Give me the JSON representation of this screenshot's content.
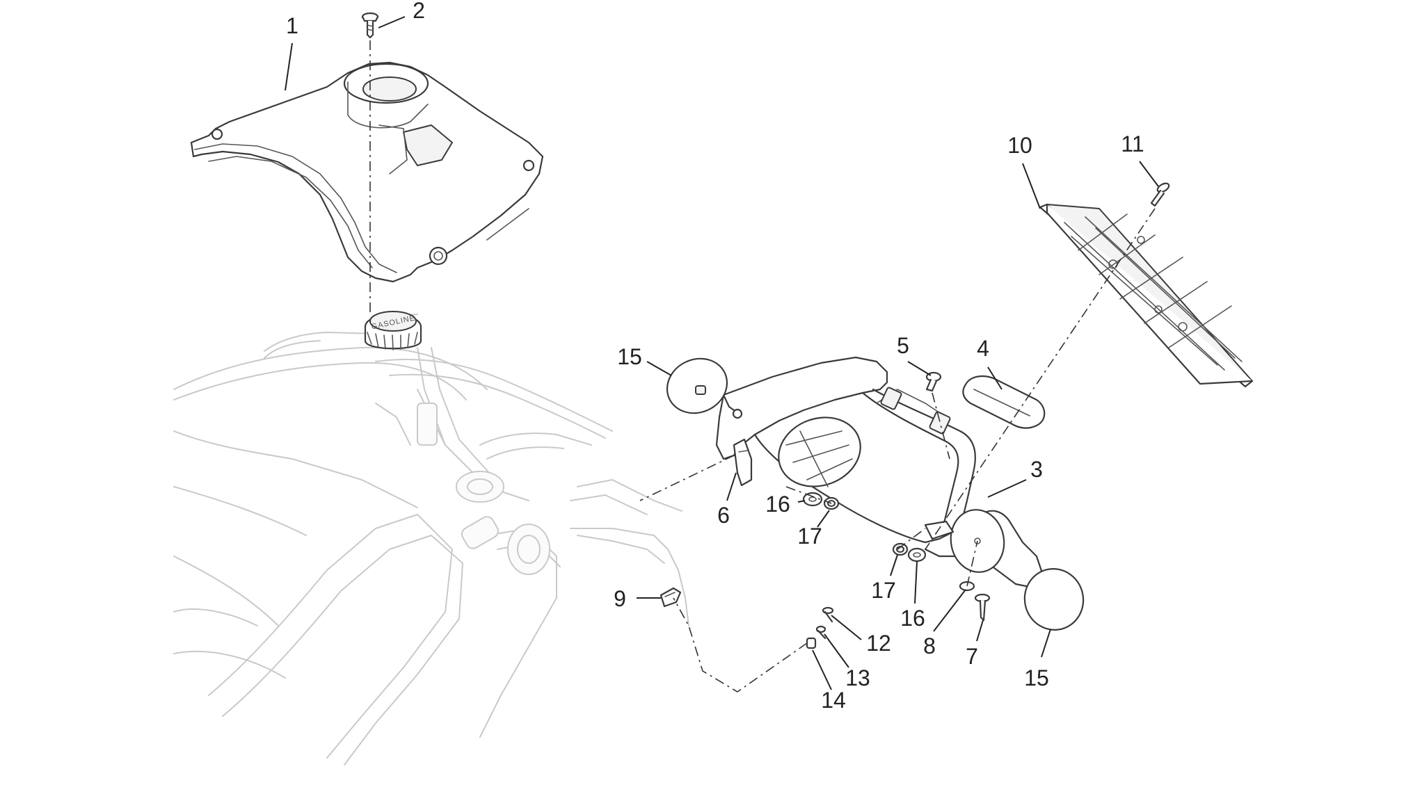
{
  "diagram": {
    "callouts": [
      {
        "id": "c1",
        "label": "1"
      },
      {
        "id": "c2",
        "label": "2"
      },
      {
        "id": "c3",
        "label": "3"
      },
      {
        "id": "c4",
        "label": "4"
      },
      {
        "id": "c5",
        "label": "5"
      },
      {
        "id": "c6",
        "label": "6"
      },
      {
        "id": "c7",
        "label": "7"
      },
      {
        "id": "c8",
        "label": "8"
      },
      {
        "id": "c9",
        "label": "9"
      },
      {
        "id": "c10",
        "label": "10"
      },
      {
        "id": "c11",
        "label": "11"
      },
      {
        "id": "c12",
        "label": "12"
      },
      {
        "id": "c13",
        "label": "13"
      },
      {
        "id": "c14",
        "label": "14"
      },
      {
        "id": "c15a",
        "label": "15"
      },
      {
        "id": "c15b",
        "label": "15"
      },
      {
        "id": "c16a",
        "label": "16"
      },
      {
        "id": "c16b",
        "label": "16"
      },
      {
        "id": "c17a",
        "label": "17"
      },
      {
        "id": "c17b",
        "label": "17"
      }
    ],
    "embossed_text": "GASOLINE",
    "colors": {
      "line": "#3a3a3a",
      "ghost": "#c9c9c9",
      "text": "#222222"
    }
  }
}
